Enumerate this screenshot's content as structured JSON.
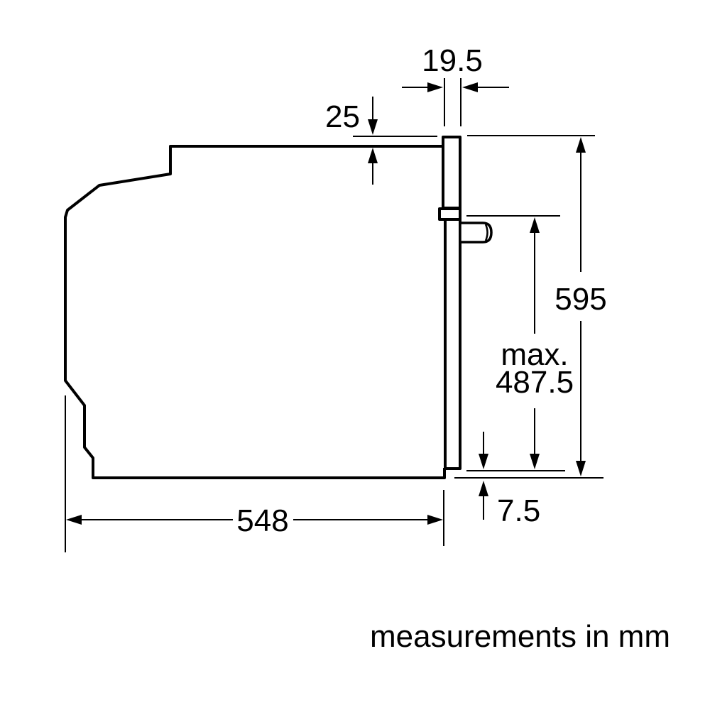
{
  "diagram": {
    "note": "measurements in mm",
    "colors": {
      "line": "#000000",
      "background": "#ffffff"
    },
    "dimensions": {
      "front_panel_depth": "19.5",
      "top_overlap": "25",
      "total_height": "595",
      "door_max_prefix": "max.",
      "door_max_height": "487.5",
      "bottom_offset": "7.5",
      "body_depth": "548"
    }
  }
}
